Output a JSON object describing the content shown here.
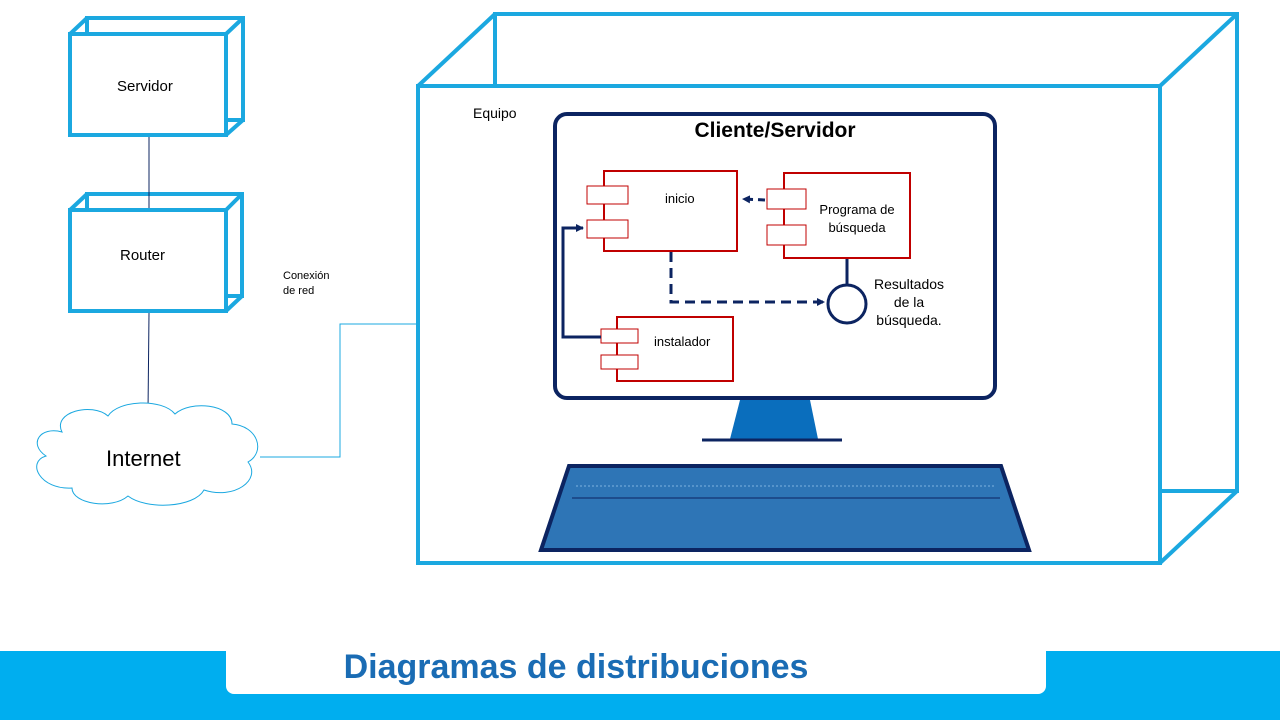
{
  "colors": {
    "node_border": "#1ba8e0",
    "monitor_border": "#0c2461",
    "component_border": "#c00000",
    "arrow": "#0c2461",
    "screen_stand": "#0a6ebd",
    "keyboard_fill": "#2e75b6",
    "footer_band": "#00aeef",
    "footer_title": "#1a6cb4"
  },
  "nodes": {
    "servidor": "Servidor",
    "router": "Router",
    "internet": "Internet",
    "equipo": "Equipo"
  },
  "connection_label": {
    "line1": "Conexión",
    "line2": "de red"
  },
  "monitor": {
    "title": "Cliente/Servidor"
  },
  "components": {
    "inicio": "inicio",
    "programa": {
      "line1": "Programa de",
      "line2": "búsqueda"
    },
    "instalador": "instalador"
  },
  "interface": {
    "line1": "Resultados",
    "line2": "de la",
    "line3": "búsqueda."
  },
  "footer": {
    "title": "Diagramas de distribuciones"
  }
}
